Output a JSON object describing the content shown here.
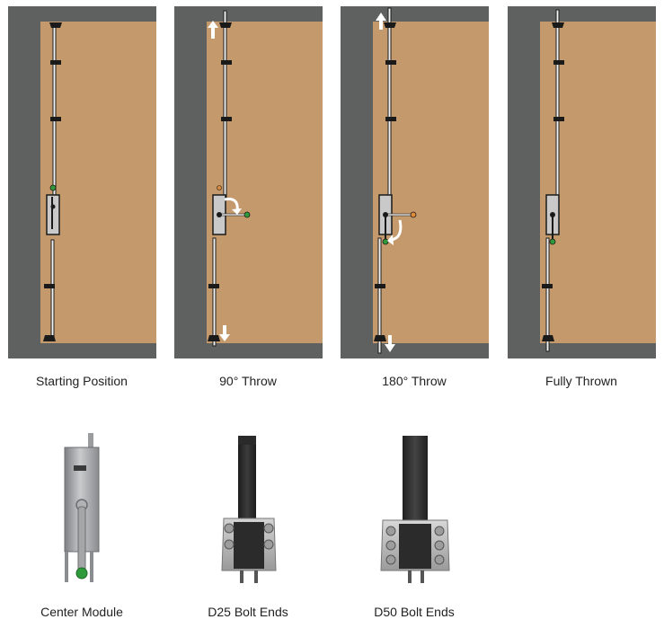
{
  "panels": [
    {
      "caption": "Starting Position"
    },
    {
      "caption": "90° Throw"
    },
    {
      "caption": "180° Throw"
    },
    {
      "caption": "Fully Thrown"
    }
  ],
  "components": [
    {
      "caption": "Center Module"
    },
    {
      "caption": "D25 Bolt Ends"
    },
    {
      "caption": "D50 Bolt Ends"
    }
  ],
  "colors": {
    "frame": "#5f6160",
    "door": "#c49a6c",
    "hardware": "#1a1a1a",
    "knob_green": "#2e9a3a",
    "knob_orange": "#e08a3c",
    "arrow": "#ffffff"
  },
  "icons": [
    "up-arrow-icon",
    "down-arrow-icon",
    "rotate-arrow-icon"
  ]
}
